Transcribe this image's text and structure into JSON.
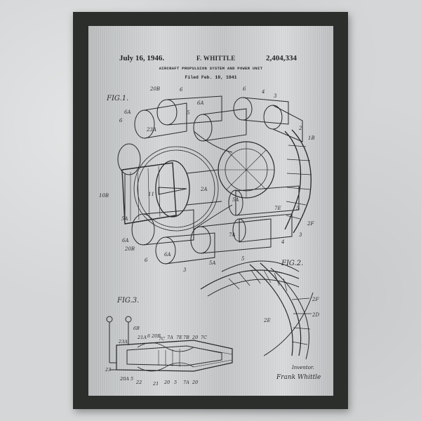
{
  "patent": {
    "date": "July 16, 1946.",
    "inventor_short": "F. WHITTLE",
    "number": "2,404,334",
    "title": "AIRCRAFT PROPULSION SYSTEM AND POWER UNIT",
    "filed": "Filed Feb. 19, 1941",
    "fig1_label": "FIG.1.",
    "fig2_label": "FIG.2.",
    "fig3_label": "FIG.3.",
    "inventor_label": "Inventor.",
    "inventor_signature": "Frank Whittle"
  },
  "colors": {
    "frame": "#2c2e2c",
    "ink": "#1a1a1a"
  }
}
